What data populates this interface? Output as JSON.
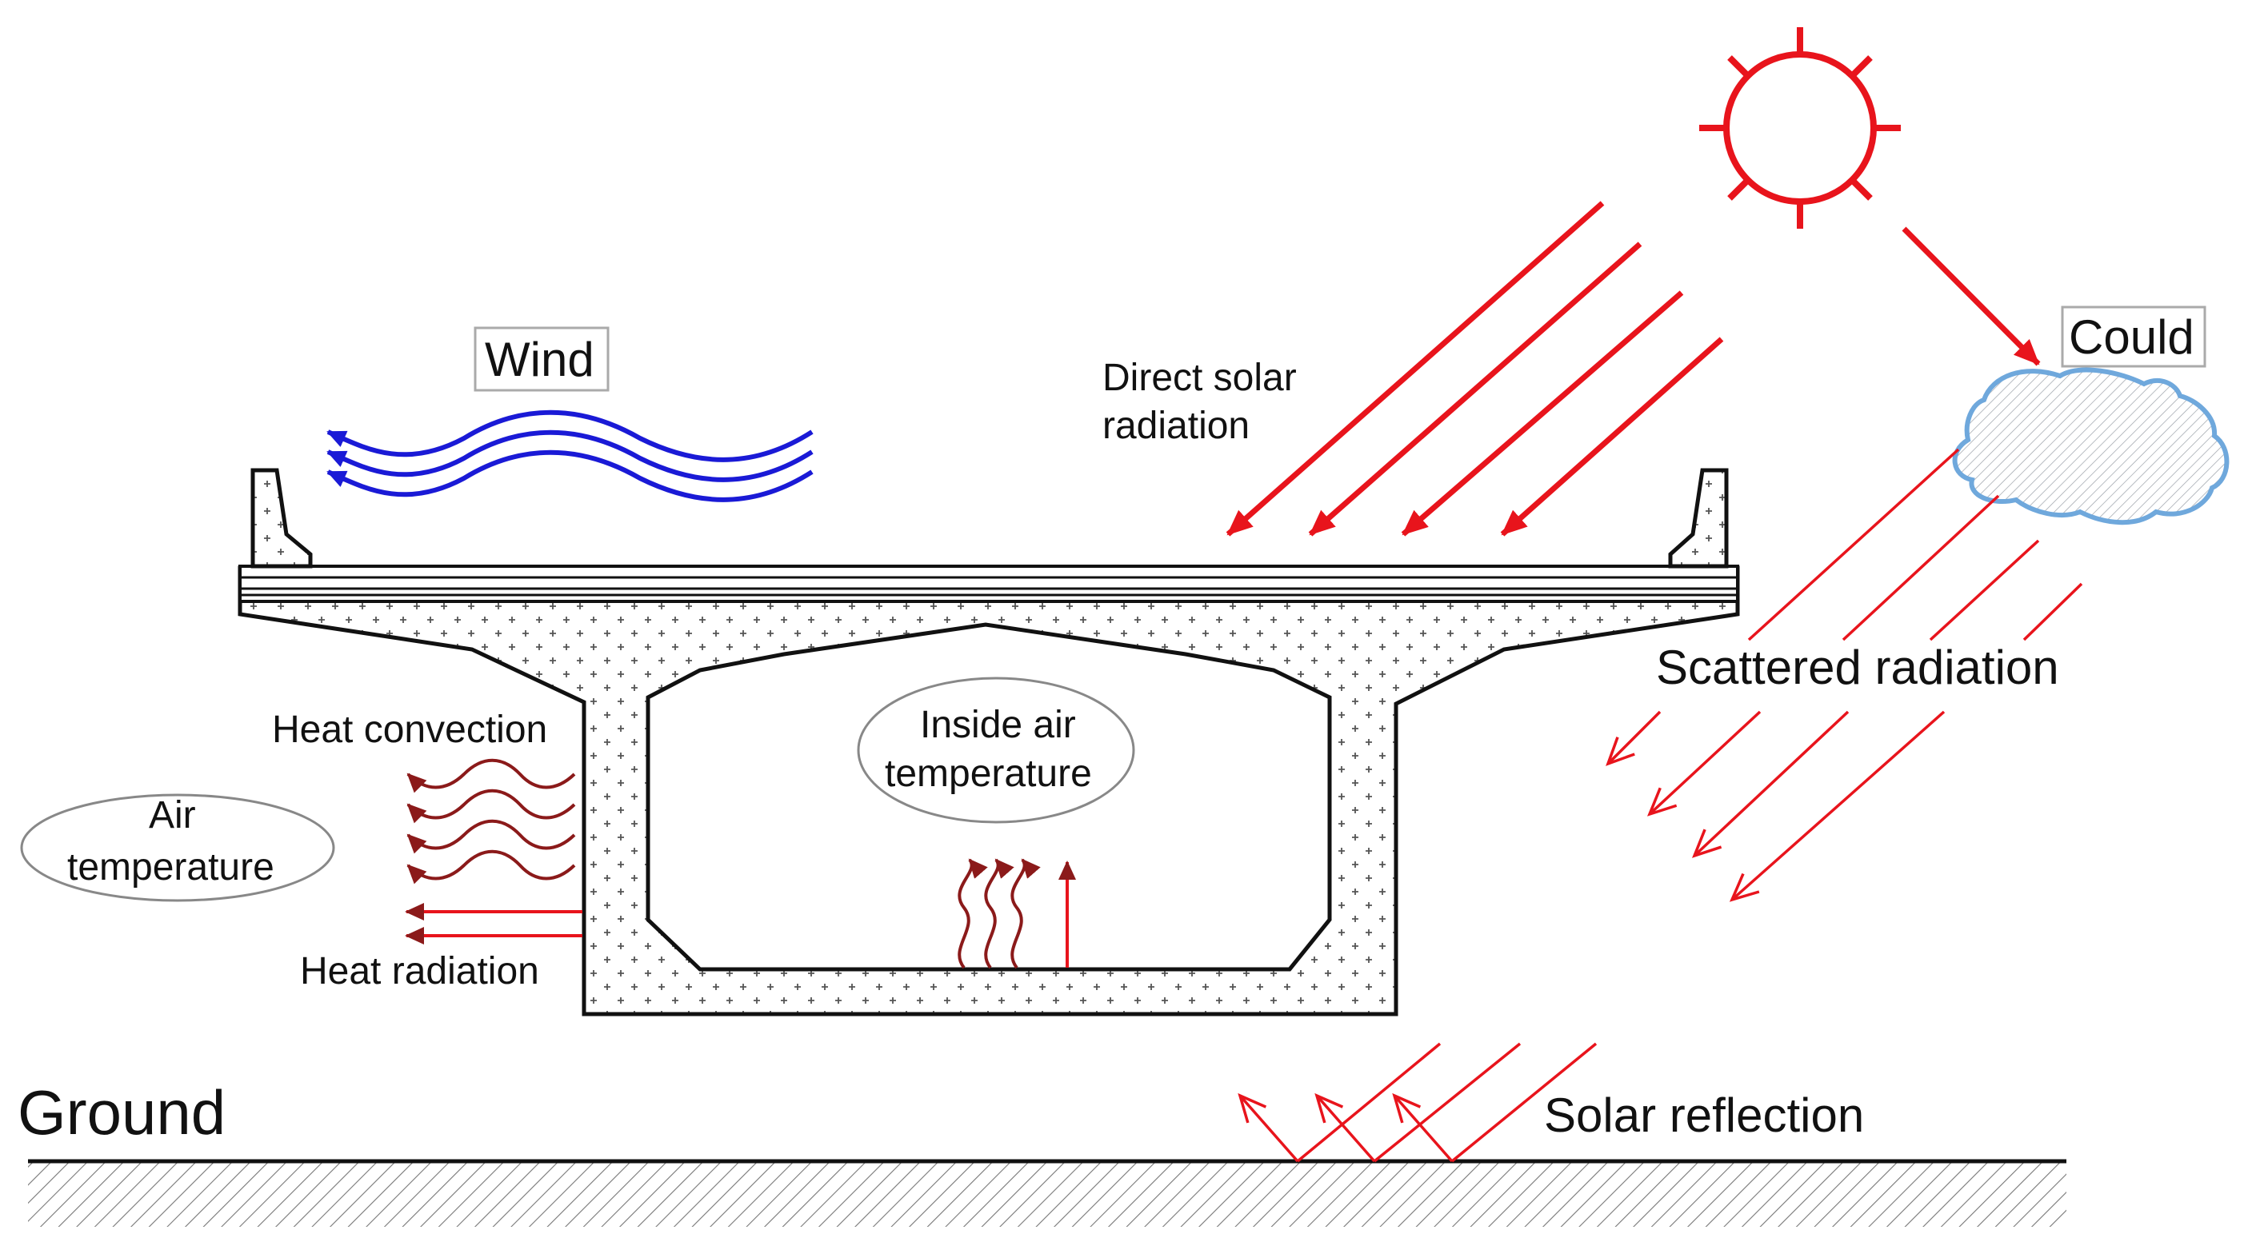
{
  "labels": {
    "wind": "Wind",
    "direct_solar_line1": "Direct solar",
    "direct_solar_line2": "radiation",
    "cloud": "Could",
    "scattered": "Scattered radiation",
    "heat_convection": "Heat convection",
    "air_temp_line1": "Air",
    "air_temp_line2": "temperature",
    "inside_air_line1": "Inside air",
    "inside_air_line2": "temperature",
    "heat_radiation": "Heat radiation",
    "ground": "Ground",
    "solar_reflection": "Solar reflection"
  },
  "colors": {
    "solar_red": "#e8141c",
    "wind_blue": "#1a1ad6",
    "convection_darkred": "#8b1a1a",
    "cloud_outline": "#6fa8dc",
    "structure": "#111111"
  },
  "icons": {
    "sun": "sun-icon",
    "cloud": "cloud-icon",
    "wind": "wind-waves-icon"
  }
}
